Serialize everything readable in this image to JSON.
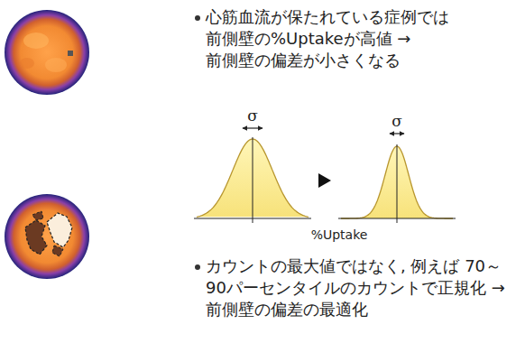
{
  "diagram": {
    "labels": [
      "心筋血流が保たれている症例では 前側壁の%Uptakeが高値 →前側壁の偏差が小さくなる",
      "σ",
      "σ",
      "%Uptake",
      "カウントの最大値ではなく, 例えば 70～ 90パーセンタイルのカウントで正規化 →前側壁の偏差の最適化"
    ]
  }
}
